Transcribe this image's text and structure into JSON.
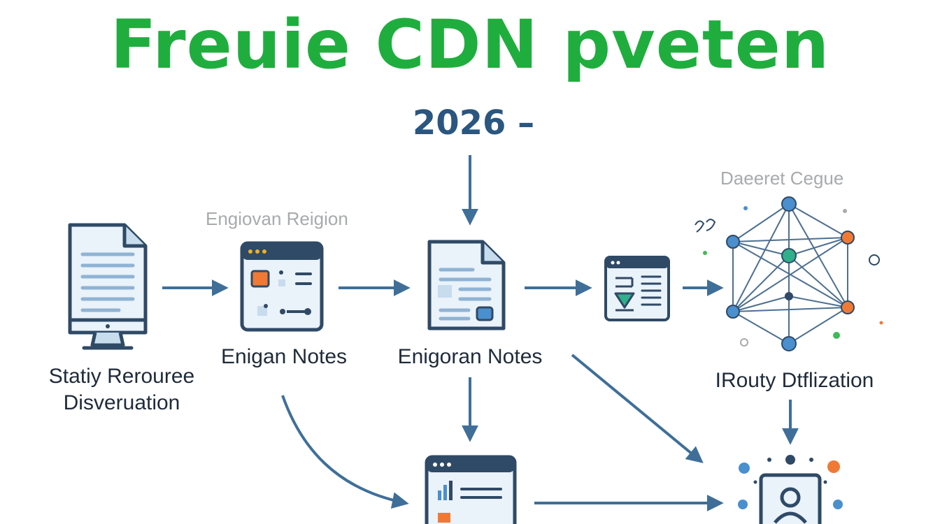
{
  "header": {
    "title": "Freuie CDN pveten",
    "subtitle": "2026 –"
  },
  "regions": {
    "left_region": "Engiovan Reigion",
    "right_region": "Daeeret Cegue"
  },
  "nodes": {
    "static_resource": {
      "line1": "Statiy Rerouree",
      "line2": "Disveruation"
    },
    "enigan_notes": "Enigan Notes",
    "enigoran_notes": "Enigoran Notes",
    "routy": "IRouty Dtflization"
  },
  "colors": {
    "title": "#1fae3e",
    "subtitle": "#2a5680",
    "arrow": "#3f6f99",
    "icon_stroke": "#2f4a66",
    "icon_fill": "#eaf2fa",
    "accent_orange": "#f07a34",
    "accent_blue": "#4a8fce",
    "accent_teal": "#2fb08a",
    "accent_green": "#3dbb57"
  },
  "icons": {
    "static_resource": "monitor-document-icon",
    "enigan_notes": "browser-window-icon",
    "enigoran_notes": "document-icon",
    "filter_window": "filter-window-icon",
    "network": "network-graph-icon",
    "bottom_window": "chart-window-icon",
    "user": "user-profile-icon"
  }
}
